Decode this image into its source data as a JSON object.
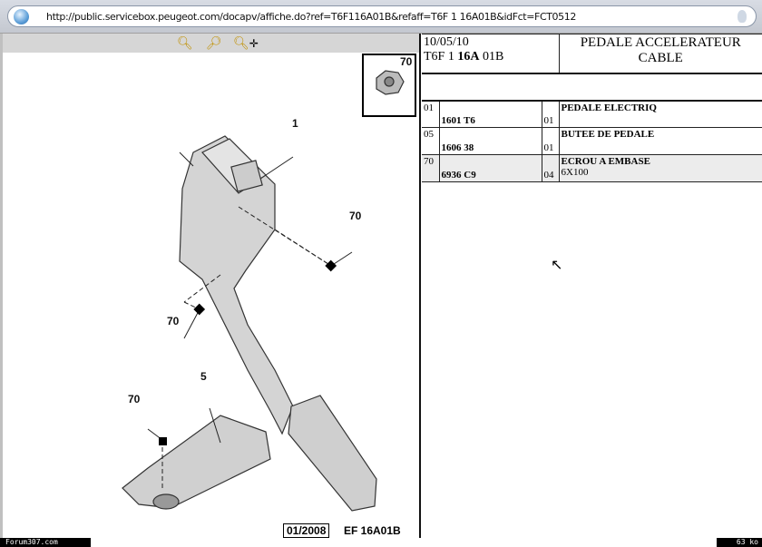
{
  "browser": {
    "url": "http://public.servicebox.peugeot.com/docapv/affiche.do?ref=T6F116A01B&refaff=T6F  1 16A01B&idFct=FCT0512"
  },
  "toolbar": {
    "zoom_in": "zoom-in",
    "zoom_out": "zoom-out",
    "zoom_pan": "pan"
  },
  "diagram": {
    "callouts": {
      "c1": "1",
      "c70a": "70",
      "c70b": "70",
      "c5": "5",
      "c70c": "70",
      "inset": "70"
    },
    "date_box": "01/2008",
    "ref": "EF 16A01B"
  },
  "header": {
    "date": "10/05/10",
    "ref_pre": "T6F 1 ",
    "ref_bold": "16A",
    "ref_post": " 01B",
    "title1": "PEDALE ACCELERATEUR",
    "title2": "CABLE"
  },
  "parts": [
    {
      "item": "01",
      "ref": "1601 T6",
      "qty": "01",
      "desc": "PEDALE ELECTRIQ",
      "note": ""
    },
    {
      "item": "05",
      "ref": "1606 38",
      "qty": "01",
      "desc": "BUTEE DE PEDALE",
      "note": ""
    },
    {
      "item": "70",
      "ref": "6936 C9",
      "qty": "04",
      "desc": "ECROU A EMBASE",
      "note": "6X100"
    }
  ],
  "status": {
    "left": "Forum307.com",
    "right": "63 ko"
  }
}
